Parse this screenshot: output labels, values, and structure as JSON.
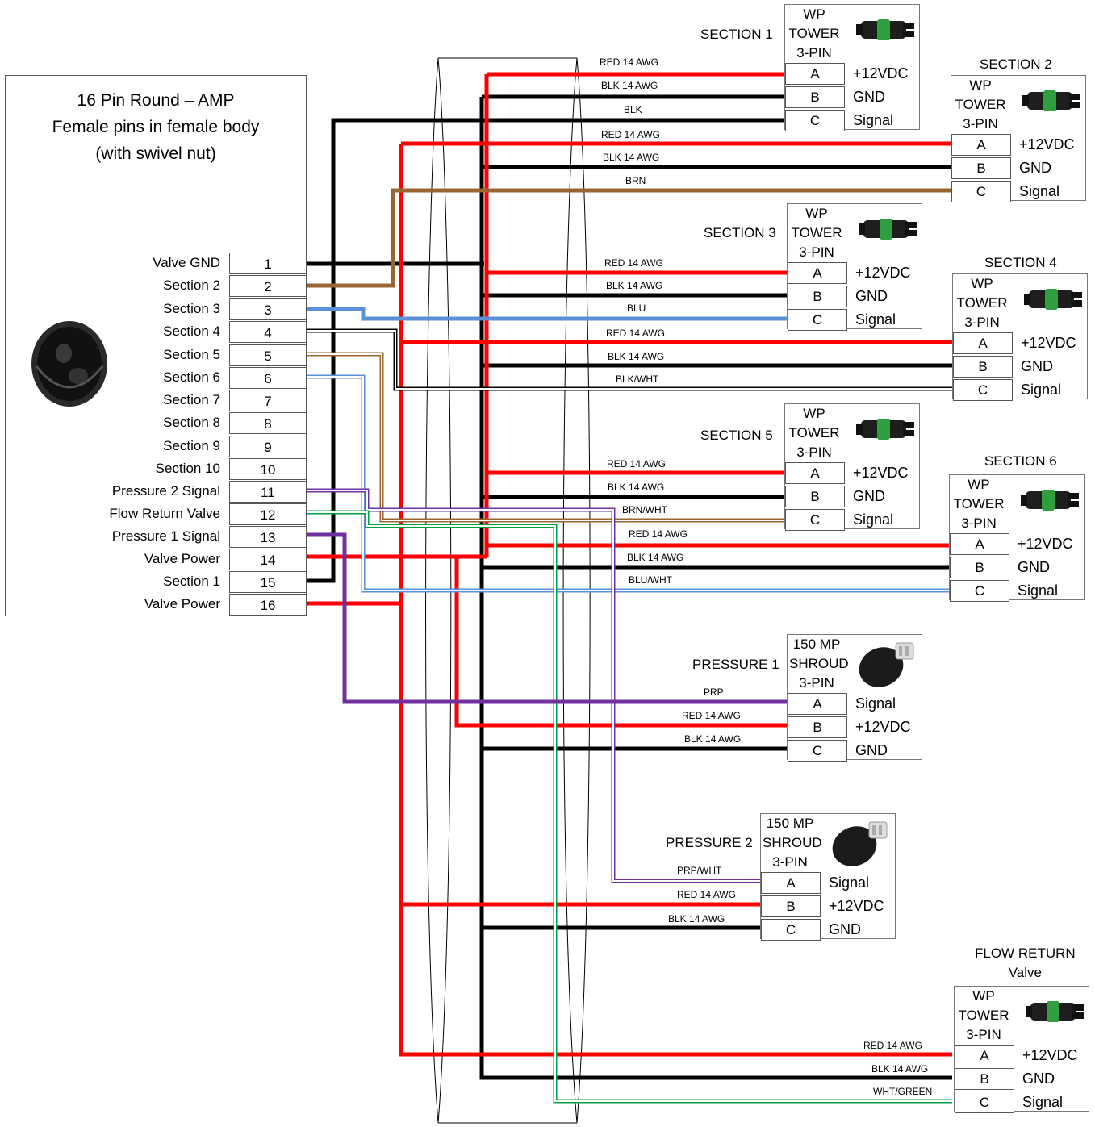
{
  "main_connector": {
    "title_line1": "16 Pin Round – AMP",
    "title_line2": "Female pins in female body",
    "title_line3": "(with swivel nut)",
    "pins": [
      {
        "label": "Valve GND",
        "num": "1"
      },
      {
        "label": "Section 2",
        "num": "2"
      },
      {
        "label": "Section 3",
        "num": "3"
      },
      {
        "label": "Section 4",
        "num": "4"
      },
      {
        "label": "Section 5",
        "num": "5"
      },
      {
        "label": "Section 6",
        "num": "6"
      },
      {
        "label": "Section 7",
        "num": "7"
      },
      {
        "label": "Section 8",
        "num": "8"
      },
      {
        "label": "Section 9",
        "num": "9"
      },
      {
        "label": "Section 10",
        "num": "10"
      },
      {
        "label": "Pressure 2 Signal",
        "num": "11"
      },
      {
        "label": "Flow Return Valve",
        "num": "12"
      },
      {
        "label": "Pressure 1 Signal",
        "num": "13"
      },
      {
        "label": "Valve Power",
        "num": "14"
      },
      {
        "label": "Section 1",
        "num": "15"
      },
      {
        "label": "Valve Power",
        "num": "16"
      }
    ]
  },
  "connectors": [
    {
      "name": "SECTION 1",
      "type1": "WP",
      "type2": "TOWER",
      "type3": "3-PIN",
      "pins": [
        {
          "pin": "A",
          "fn": "+12VDC"
        },
        {
          "pin": "B",
          "fn": "GND"
        },
        {
          "pin": "C",
          "fn": "Signal"
        }
      ]
    },
    {
      "name": "SECTION 2",
      "type1": "WP",
      "type2": "TOWER",
      "type3": "3-PIN",
      "pins": [
        {
          "pin": "A",
          "fn": "+12VDC"
        },
        {
          "pin": "B",
          "fn": "GND"
        },
        {
          "pin": "C",
          "fn": "Signal"
        }
      ]
    },
    {
      "name": "SECTION 3",
      "type1": "WP",
      "type2": "TOWER",
      "type3": "3-PIN",
      "pins": [
        {
          "pin": "A",
          "fn": "+12VDC"
        },
        {
          "pin": "B",
          "fn": "GND"
        },
        {
          "pin": "C",
          "fn": "Signal"
        }
      ]
    },
    {
      "name": "SECTION 4",
      "type1": "WP",
      "type2": "TOWER",
      "type3": "3-PIN",
      "pins": [
        {
          "pin": "A",
          "fn": "+12VDC"
        },
        {
          "pin": "B",
          "fn": "GND"
        },
        {
          "pin": "C",
          "fn": "Signal"
        }
      ]
    },
    {
      "name": "SECTION 5",
      "type1": "WP",
      "type2": "TOWER",
      "type3": "3-PIN",
      "pins": [
        {
          "pin": "A",
          "fn": "+12VDC"
        },
        {
          "pin": "B",
          "fn": "GND"
        },
        {
          "pin": "C",
          "fn": "Signal"
        }
      ]
    },
    {
      "name": "SECTION 6",
      "type1": "WP",
      "type2": "TOWER",
      "type3": "3-PIN",
      "pins": [
        {
          "pin": "A",
          "fn": "+12VDC"
        },
        {
          "pin": "B",
          "fn": "GND"
        },
        {
          "pin": "C",
          "fn": "Signal"
        }
      ]
    },
    {
      "name": "PRESSURE 1",
      "type1": "150 MP",
      "type2": "SHROUD",
      "type3": "3-PIN",
      "pins": [
        {
          "pin": "A",
          "fn": "Signal"
        },
        {
          "pin": "B",
          "fn": "+12VDC"
        },
        {
          "pin": "C",
          "fn": "GND"
        }
      ]
    },
    {
      "name": "PRESSURE 2",
      "type1": "150 MP",
      "type2": "SHROUD",
      "type3": "3-PIN",
      "pins": [
        {
          "pin": "A",
          "fn": "Signal"
        },
        {
          "pin": "B",
          "fn": "+12VDC"
        },
        {
          "pin": "C",
          "fn": "GND"
        }
      ]
    },
    {
      "name": "FLOW RETURN",
      "name2": "Valve",
      "type1": "WP",
      "type2": "TOWER",
      "type3": "3-PIN",
      "pins": [
        {
          "pin": "A",
          "fn": "+12VDC"
        },
        {
          "pin": "B",
          "fn": "GND"
        },
        {
          "pin": "C",
          "fn": "Signal"
        }
      ]
    }
  ],
  "wire_labels": [
    "RED 14 AWG",
    "BLK 14 AWG",
    "BLK",
    "RED 14 AWG",
    "BLK 14 AWG",
    "BRN",
    "RED 14 AWG",
    "BLK 14 AWG",
    "BLU",
    "RED 14 AWG",
    "BLK 14 AWG",
    "BLK/WHT",
    "RED 14 AWG",
    "BLK 14 AWG",
    "BRN/WHT",
    "RED 14 AWG",
    "BLK 14 AWG",
    "BLU/WHT",
    "PRP",
    "RED 14 AWG",
    "BLK 14 AWG",
    "PRP/WHT",
    "RED 14 AWG",
    "BLK 14 AWG",
    "RED 14 AWG",
    "BLK 14 AWG",
    "WHT/GREEN"
  ],
  "wire_colors": {
    "red": "#ff0000",
    "black": "#000000",
    "brown": "#996633",
    "blue": "#5b8fd6",
    "purple": "#7030a0",
    "green": "#00a040"
  }
}
